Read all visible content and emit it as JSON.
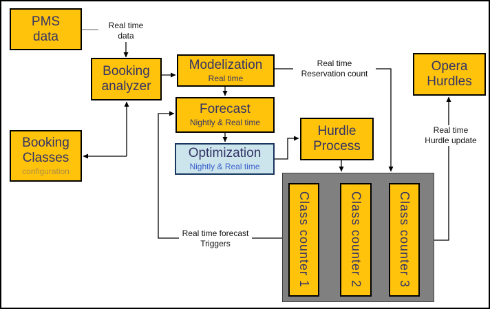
{
  "colors": {
    "box_fill": "#FFC30B",
    "box_border": "#000000",
    "title_text": "#333366",
    "optimization_fill": "#CCE5EC",
    "optimization_border": "#17365D",
    "optimization_subtitle": "#3B5FCC",
    "config_subtitle": "#AD8D44",
    "container_fill": "#808080",
    "container_border": "#3F3F3F",
    "label_text": "#111111",
    "line": "#000000",
    "pms_line": "#808080"
  },
  "boxes": {
    "pms_data": {
      "line1": "PMS",
      "line2": "data"
    },
    "booking_analyzer": {
      "line1": "Booking",
      "line2": "analyzer"
    },
    "modelization": {
      "title": "Modelization",
      "subtitle": "Real time"
    },
    "forecast": {
      "title": "Forecast",
      "subtitle": "Nightly & Real time"
    },
    "optimization": {
      "title": "Optimization",
      "subtitle": "Nightly & Real time"
    },
    "hurdle_process": {
      "line1": "Hurdle",
      "line2": "Process"
    },
    "opera_hurdles": {
      "line1": "Opera",
      "line2": "Hurdles"
    },
    "booking_classes": {
      "line1": "Booking",
      "line2": "Classes",
      "subtitle": "configuration"
    },
    "class_counters": [
      "Class counter 1",
      "Class counter 2",
      "Class counter 3"
    ]
  },
  "labels": {
    "real_time_data": {
      "line1": "Real time",
      "line2": "data"
    },
    "reservation_count": {
      "line1": "Real time",
      "line2": "Reservation count"
    },
    "hurdle_update": {
      "line1": "Real time",
      "line2": "Hurdle update"
    },
    "forecast_triggers": {
      "line1": "Real time forecast",
      "line2": "Triggers"
    }
  }
}
